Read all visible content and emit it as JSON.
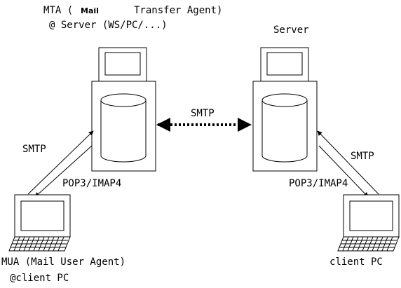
{
  "mta_label": {
    "prefix": "MTA (",
    "mail_word": "Mail",
    "suffix": "Transfer Agent)",
    "location": "@ Server (WS/PC/...)"
  },
  "server_label": "Server",
  "smtp_center": "SMTP",
  "left_links": {
    "smtp": "SMTP",
    "pop": "POP3/IMAP4"
  },
  "right_links": {
    "smtp": "SMTP",
    "pop": "POP3/IMAP4"
  },
  "mua_label": {
    "line1": "MUA (Mail User Agent)",
    "line2": "@client PC"
  },
  "client_label": "client PC"
}
